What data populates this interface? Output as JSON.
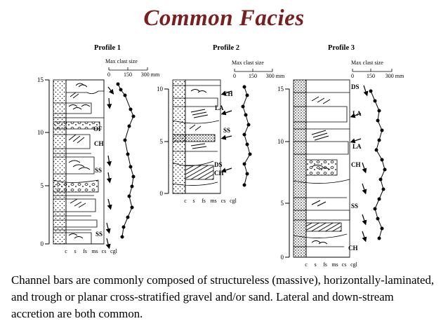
{
  "slide": {
    "title": "Common Facies",
    "caption": "Channel bars are commonly composed of structureless (massive), horizontally-laminated, and trough or planar cross-stratified gravel and/or sand.  Lateral and down-stream accretion are both common."
  },
  "clast_scale": {
    "title": "Max clast size",
    "ticks": [
      "0",
      "150",
      "300 mm"
    ]
  },
  "grain_axis": [
    "c",
    "s",
    "fs",
    "ms",
    "cs",
    "cgl"
  ],
  "profiles": [
    {
      "title": "Profile 1",
      "depth_ticks": [
        "15",
        "10",
        "5",
        "0"
      ],
      "facies_labels": [
        "OF",
        "CH",
        "SS",
        "SS"
      ]
    },
    {
      "title": "Profile 2",
      "depth_ticks": [
        "10",
        "5",
        "0"
      ],
      "facies_labels": [
        "CH",
        "LA",
        "SS",
        "DS",
        "CH"
      ]
    },
    {
      "title": "Profile 3",
      "depth_ticks": [
        "15",
        "10",
        "5",
        "0"
      ],
      "facies_labels": [
        "DS",
        "LA",
        "LA",
        "CH",
        "SS",
        "CH"
      ]
    }
  ]
}
